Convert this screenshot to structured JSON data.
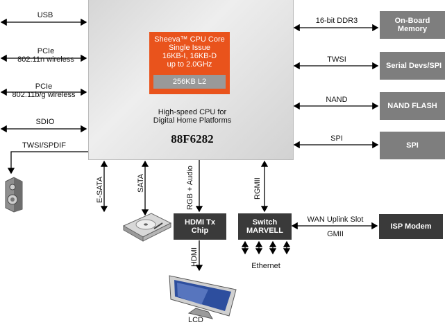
{
  "cpu": {
    "core_lines": [
      "Sheeva™ CPU Core",
      "Single Issue",
      "16KB-I, 16KB-D",
      "up to 2.0GHz"
    ],
    "cache": "256KB L2",
    "description": [
      "High-speed CPU for",
      "Digital Home Platforms"
    ],
    "part_number": "88F6282"
  },
  "left_interfaces": {
    "usb": "USB",
    "pcie1": [
      "PCIe",
      "802.11n wireless"
    ],
    "pcie2": [
      "PCIe",
      "802.11b/g wireless"
    ],
    "sdio": "SDIO",
    "twsi_spdif": "TWSI/SPDIF"
  },
  "right_interfaces": {
    "ddr": "16-bit DDR3",
    "twsi": "TWSI",
    "nand": "NAND",
    "spi": "SPI"
  },
  "right_devices": {
    "memory": [
      "On-Board",
      "Memory"
    ],
    "serial": "Serial Devs/SPI",
    "nand_flash": "NAND FLASH",
    "spi": "SPI"
  },
  "bottom_interfaces": {
    "esata": "E-SATA",
    "sata": "SATA",
    "rgb_audio": "RGB + Audio",
    "rgmii": "RGMII",
    "hdmi": "HDMI"
  },
  "hdmi_chip": [
    "HDMI Tx",
    "Chip"
  ],
  "switch": [
    "Switch",
    "MARVELL"
  ],
  "wan_slot": "WAN Uplink Slot",
  "gmii": "GMII",
  "isp_modem": "ISP Modem",
  "ethernet": "Ethernet",
  "lcd": "LCD",
  "colors": {
    "core": "#e9531c",
    "device_box": "#7e7e7e",
    "chip_box": "#3a3a3a",
    "cpu_box": "#dedede"
  }
}
